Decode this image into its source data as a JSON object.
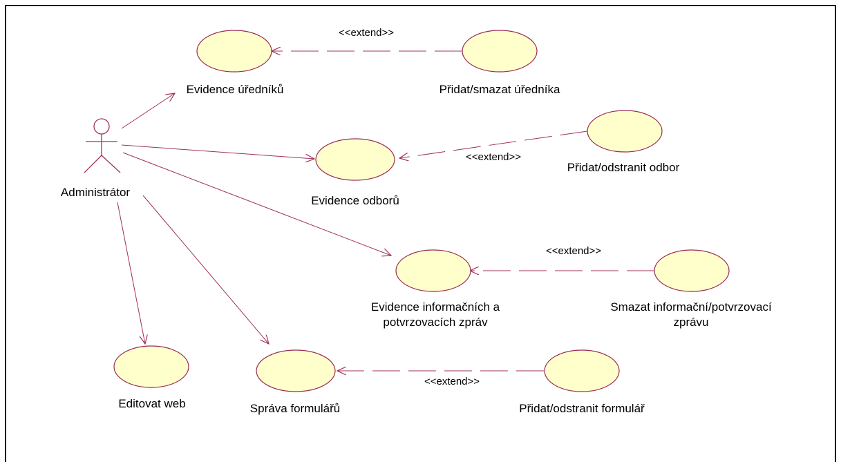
{
  "colors": {
    "line": "#a0305c",
    "usecase_fill": "#ffffcc",
    "usecase_stroke": "#9a2a52",
    "frame": "#000000"
  },
  "actor": {
    "label": "Administrátor",
    "icon": "stick-figure-icon"
  },
  "use_cases": {
    "evidence_urednik": "Evidence úředníků",
    "evidence_odbor": "Evidence odborů",
    "evidence_zprav_line1": "Evidence informačních a",
    "evidence_zprav_line2": "potvrzovacích zpráv",
    "editovat_web": "Editovat web",
    "sprava_formularu": "Správa formulářů",
    "pridat_urednika": "Přidat/smazat úředníka",
    "pridat_odbor": "Přidat/odstranit odbor",
    "smazat_zpravu_line1": "Smazat informační/potvrzovací",
    "smazat_zpravu_line2": "zprávu",
    "pridat_formular": "Přidat/odstranit formulář"
  },
  "stereotype": "<<extend>>"
}
